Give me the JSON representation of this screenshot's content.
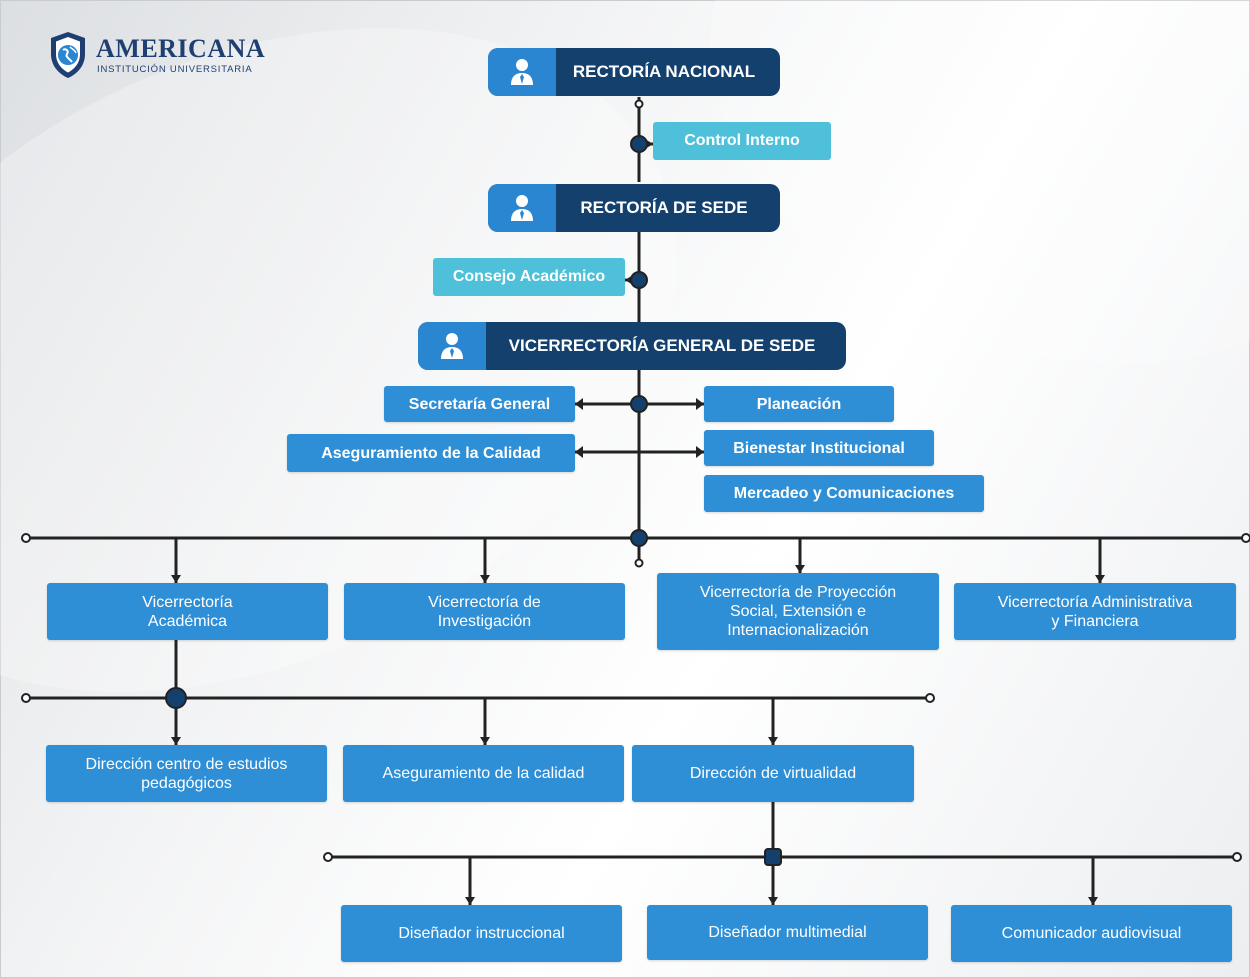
{
  "logo": {
    "title": "AMERICANA",
    "subtitle": "INSTITUCIÓN UNIVERSITARIA",
    "icon": "shield-globe-icon"
  },
  "colors": {
    "navy": "#13406d",
    "pill_icon": "#2a86d1",
    "cyan": "#4ec0da",
    "box": "#2e8fd6",
    "line": "#222222"
  },
  "top": {
    "rectoria_nacional": "RECTORÍA NACIONAL",
    "control_interno": "Control Interno",
    "rectoria_sede": "RECTORÍA DE SEDE",
    "consejo_academico": "Consejo Académico",
    "vicerrectoria_general": "VICERRECTORÍA GENERAL DE SEDE"
  },
  "staff": {
    "secretaria": "Secretaría General",
    "aseguramiento": "Aseguramiento de la Calidad",
    "planeacion": "Planeación",
    "bienestar": "Bienestar Institucional",
    "mercadeo": "Mercadeo y Comunicaciones"
  },
  "vicerrectorias": {
    "academica": [
      "Vicerrectoría",
      "Académica"
    ],
    "investigacion": [
      "Vicerrectoría de",
      "Investigación"
    ],
    "proyeccion": [
      "Vicerrectoría de Proyección",
      "Social, Extensión e",
      "Internacionalización"
    ],
    "administrativa": [
      "Vicerrectoría Administrativa",
      "y Financiera"
    ]
  },
  "academica_units": {
    "centro_estudios": [
      "Dirección centro de estudios",
      "pedagógicos"
    ],
    "aseguramiento_calidad": "Aseguramiento de la calidad",
    "virtualidad": "Dirección de virtualidad"
  },
  "virtualidad_units": {
    "disenador_instruccional": "Diseñador instruccional",
    "disenador_multimedial": "Diseñador multimedial",
    "comunicador": "Comunicador audiovisual"
  }
}
